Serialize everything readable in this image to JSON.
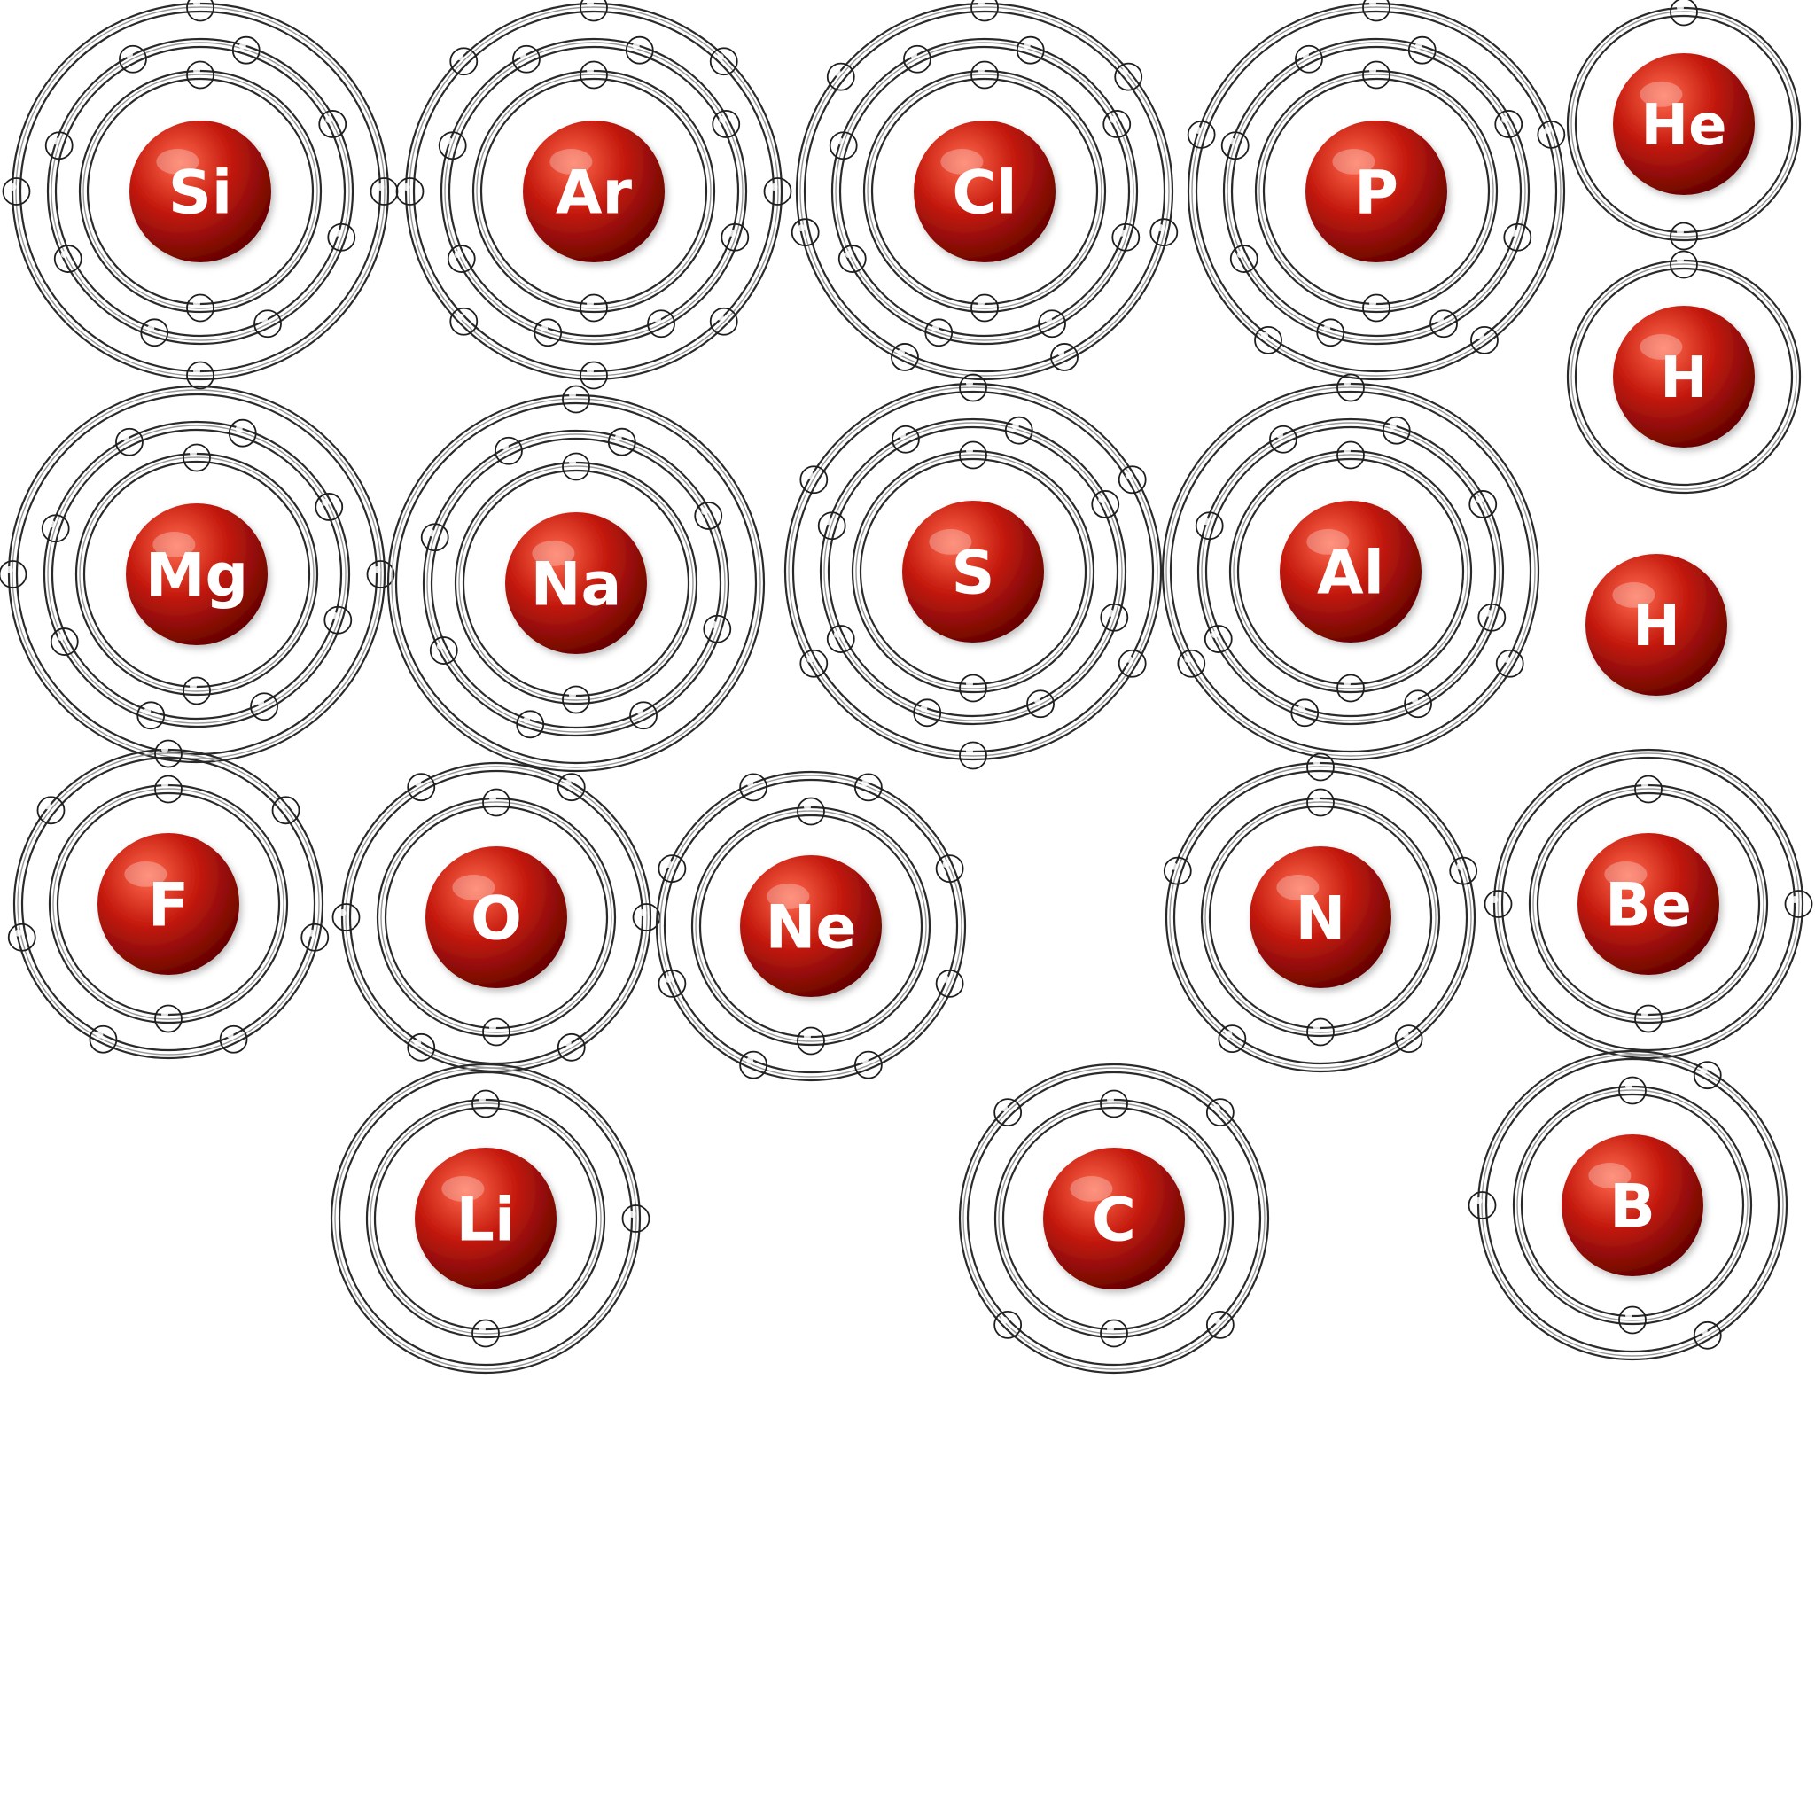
{
  "diagram": {
    "atoms": [
      {
        "symbol": "Si",
        "shells": [
          2,
          8,
          4
        ]
      },
      {
        "symbol": "Ar",
        "shells": [
          2,
          8,
          8
        ]
      },
      {
        "symbol": "Cl",
        "shells": [
          2,
          8,
          7
        ]
      },
      {
        "symbol": "P",
        "shells": [
          2,
          8,
          5
        ]
      },
      {
        "symbol": "He",
        "shells": [
          2
        ]
      },
      {
        "symbol": "H",
        "shells": [
          1
        ]
      },
      {
        "symbol": "Mg",
        "shells": [
          2,
          8,
          2
        ]
      },
      {
        "symbol": "Na",
        "shells": [
          2,
          8,
          1
        ]
      },
      {
        "symbol": "S",
        "shells": [
          2,
          8,
          6
        ]
      },
      {
        "symbol": "Al",
        "shells": [
          2,
          8,
          3
        ]
      },
      {
        "symbol": "H",
        "shells": []
      },
      {
        "symbol": "F",
        "shells": [
          2,
          7
        ]
      },
      {
        "symbol": "O",
        "shells": [
          2,
          6
        ]
      },
      {
        "symbol": "Ne",
        "shells": [
          2,
          8
        ]
      },
      {
        "symbol": "N",
        "shells": [
          2,
          5
        ]
      },
      {
        "symbol": "Be",
        "shells": [
          2,
          2
        ]
      },
      {
        "symbol": "Li",
        "shells": [
          2,
          1
        ]
      },
      {
        "symbol": "C",
        "shells": [
          2,
          4
        ]
      },
      {
        "symbol": "B",
        "shells": [
          2,
          3
        ]
      }
    ]
  },
  "colors": {
    "nucleus_highlight": "#ff6a4d",
    "nucleus_mid": "#c51a0e",
    "nucleus_dark": "#5c0000",
    "electron_light": "#ffffff",
    "electron_mid": "#a9b3bd",
    "electron_dark": "#2b333b",
    "orbit": "#2a2a2a"
  }
}
